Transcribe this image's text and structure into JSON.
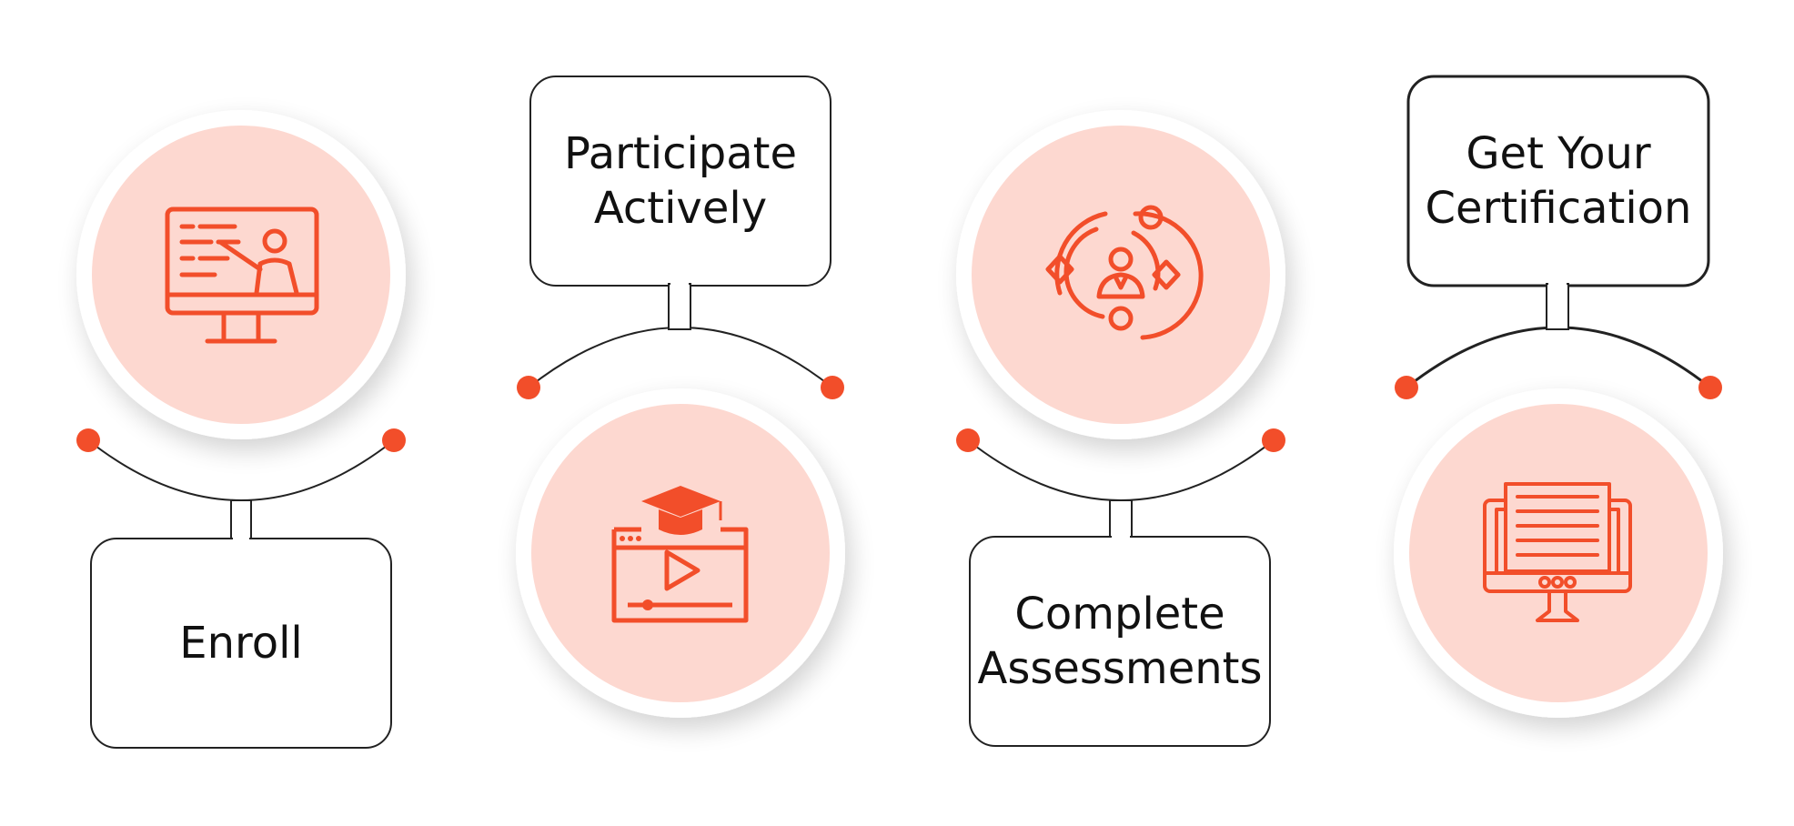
{
  "colors": {
    "accent": "#F24E2A",
    "circle_fill": "#FDD8D0",
    "box_stroke": "#222222",
    "connector": "#222222"
  },
  "steps": [
    {
      "label": "Enroll",
      "icon": "computer-teacher-icon"
    },
    {
      "label": "Participate\nActively",
      "icon": "video-course-graduation-cap-icon"
    },
    {
      "label": "Complete\nAssessments",
      "icon": "person-orbit-icon"
    },
    {
      "label": "Get Your\nCertification",
      "icon": "monitor-document-icon"
    }
  ]
}
